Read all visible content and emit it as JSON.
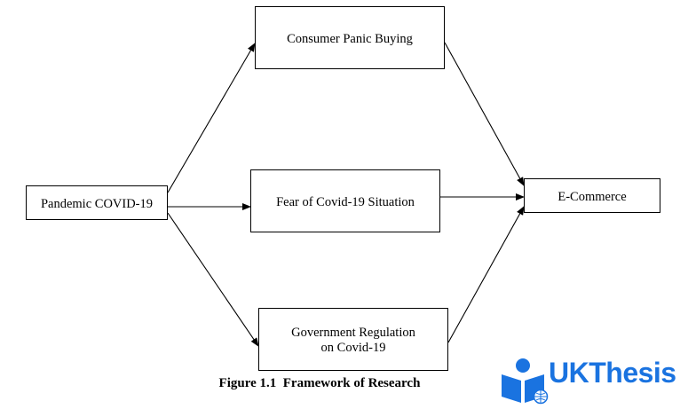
{
  "nodes": {
    "panic_buying": "Consumer Panic Buying",
    "pandemic": "Pandemic COVID-19",
    "fear": "Fear of Covid-19 Situation",
    "ecommerce": "E-Commerce",
    "government_line1": "Government Regulation",
    "government_line2": "on Covid-19"
  },
  "caption": "Figure 1.1  Framework of Research",
  "watermark": {
    "text": "UKThesis",
    "color": "#1a73e0"
  }
}
